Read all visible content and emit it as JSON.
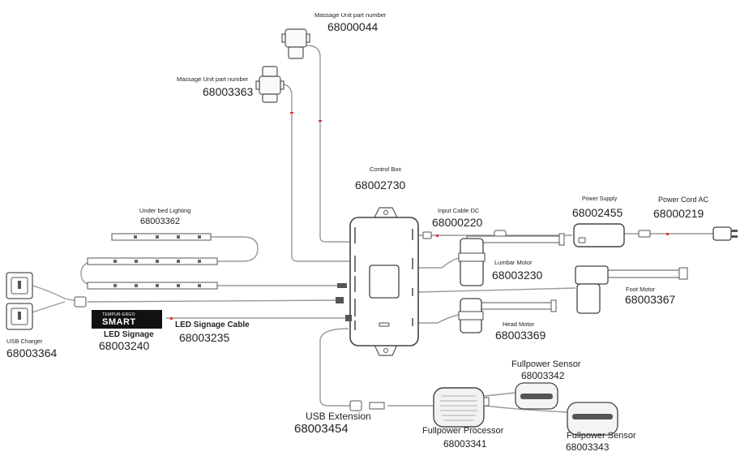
{
  "components": {
    "massage_unit_1": {
      "label": "Massage Unit part number",
      "part": "68000044"
    },
    "massage_unit_2": {
      "label": "Massage Unit part number",
      "part": "68003363"
    },
    "control_box": {
      "label": "Control Box",
      "part": "68002730"
    },
    "under_bed_lighting": {
      "label": "Under bed Lighting",
      "part": "68003362"
    },
    "input_cable": {
      "label": "Input Cable  DC",
      "part": "68000220"
    },
    "power_supply": {
      "label": "Power Supply",
      "part": "68002455"
    },
    "power_cord": {
      "label": "Power Cord  AC",
      "part": "68000219"
    },
    "lumbar_motor": {
      "label": "Lumbar Motor",
      "part": "68003230"
    },
    "foot_motor": {
      "label": "Foot Motor",
      "part": "68003367"
    },
    "head_motor": {
      "label": "Head Motor",
      "part": "68003369"
    },
    "usb_charger": {
      "label": "USB Charger",
      "part": "68003364"
    },
    "led_signage": {
      "label": "LED Signage",
      "part": "68003240",
      "badge_brand": "TEMPUR-ERGO",
      "badge_text": "SMART"
    },
    "led_signage_cable": {
      "label": "LED Signage Cable",
      "part": "68003235"
    },
    "usb_extension": {
      "label": "USB Extension",
      "part": "68003454"
    },
    "fullpower_processor": {
      "label": "Fullpower Processor",
      "part": "68003341"
    },
    "fullpower_sensor_1": {
      "label": "Fullpower Sensor",
      "part": "68003342"
    },
    "fullpower_sensor_2": {
      "label": "Fullpower Sensor",
      "part": "68003343"
    }
  },
  "colors": {
    "wire": "#9a9a9a",
    "outline": "#555555",
    "marker": "#e0303a",
    "badge": "#111111"
  }
}
